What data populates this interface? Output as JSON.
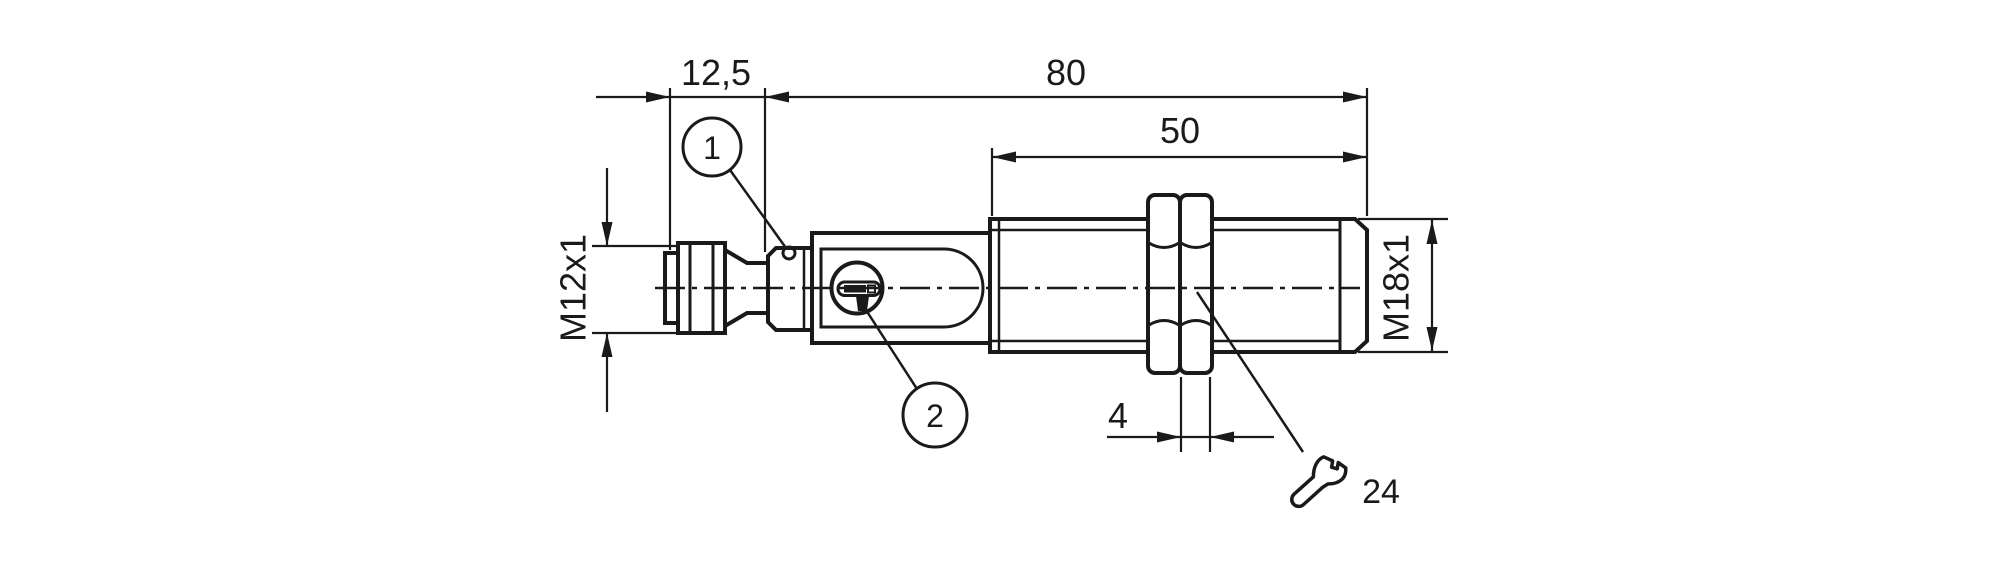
{
  "drawing": {
    "dimensions": {
      "connector_length": "12,5",
      "overall_length": "80",
      "thread_length": "50",
      "nut_thickness": "4"
    },
    "threads": {
      "connector": "M12x1",
      "barrel": "M18x1"
    },
    "callouts": {
      "one": "1",
      "two": "2"
    },
    "wrench_size": "24"
  },
  "colors": {
    "line": "#1a1a1a",
    "background": "#ffffff"
  }
}
